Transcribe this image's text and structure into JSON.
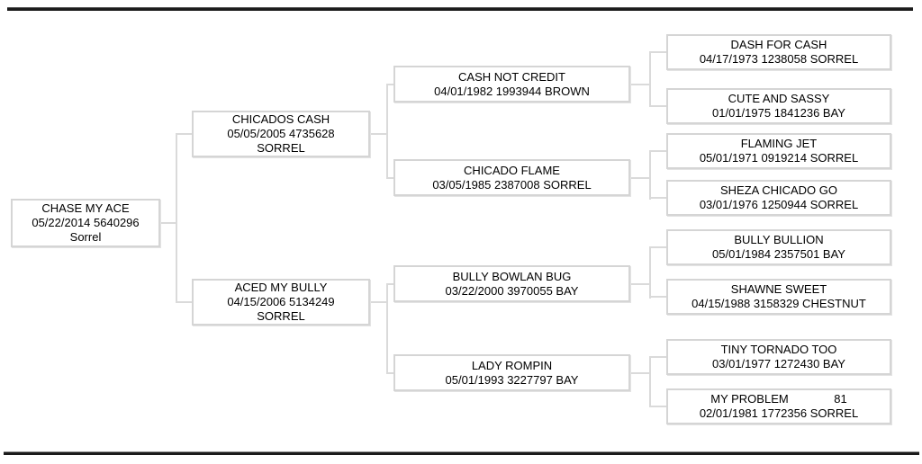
{
  "colors": {
    "rule": "#1b1b1b",
    "box_border": "#d5d5d5",
    "connector": "#dadada",
    "text": "#000000",
    "background": "#ffffff"
  },
  "pedigree": {
    "root": {
      "name": "CHASE MY ACE",
      "details": "05/22/2014 5640296",
      "coat": "Sorrel"
    },
    "gen2": [
      {
        "name": "CHICADOS CASH",
        "details": "05/05/2005 4735628",
        "coat": "SORREL"
      },
      {
        "name": "ACED MY BULLY",
        "details": "04/15/2006 5134249",
        "coat": "SORREL"
      }
    ],
    "gen3": [
      {
        "name": "CASH NOT CREDIT",
        "details": "04/01/1982 1993944 BROWN"
      },
      {
        "name": "CHICADO FLAME",
        "details": "03/05/1985 2387008 SORREL"
      },
      {
        "name": "BULLY BOWLAN BUG",
        "details": "03/22/2000 3970055 BAY"
      },
      {
        "name": "LADY ROMPIN",
        "details": "05/01/1993 3227797 BAY"
      }
    ],
    "gen4": [
      {
        "name": "DASH FOR CASH",
        "details": "04/17/1973 1238058 SORREL"
      },
      {
        "name": "CUTE AND SASSY",
        "details": "01/01/1975 1841236 BAY"
      },
      {
        "name": "FLAMING JET",
        "details": "05/01/1971 0919214 SORREL"
      },
      {
        "name": "SHEZA CHICADO GO",
        "details": "03/01/1976 1250944 SORREL"
      },
      {
        "name": "BULLY BULLION",
        "details": "05/01/1984 2357501 BAY"
      },
      {
        "name": "SHAWNE SWEET",
        "details": "04/15/1988 3158329 CHESTNUT"
      },
      {
        "name": "TINY TORNADO TOO",
        "details": "03/01/1977 1272430 BAY"
      },
      {
        "name": "MY PROBLEM              81",
        "details": "02/01/1981 1772356 SORREL"
      }
    ]
  }
}
